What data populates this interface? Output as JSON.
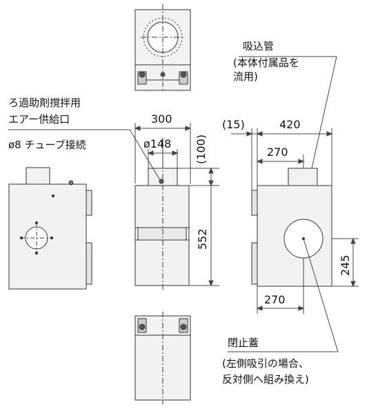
{
  "labels": {
    "suction_pipe": "吸込管",
    "suction_note_1": "(本体付属品を",
    "suction_note_2": "流用)",
    "air_supply_1": "ろ過助剤撹拌用",
    "air_supply_2": "エアー供給口",
    "tube_conn": "ø8 チューブ接続",
    "cover": "閉止蓋",
    "cover_note_1": "(左側吸引の場合、",
    "cover_note_2": "反対側へ組み換え)"
  },
  "dimensions": {
    "width_front": "300",
    "dia_pipe": "ø148",
    "pipe_height": "(100)",
    "body_height": "552",
    "offset": "(15)",
    "depth": "420",
    "pipe_pos_top": "270",
    "cover_height": "245",
    "cover_pos": "270"
  }
}
